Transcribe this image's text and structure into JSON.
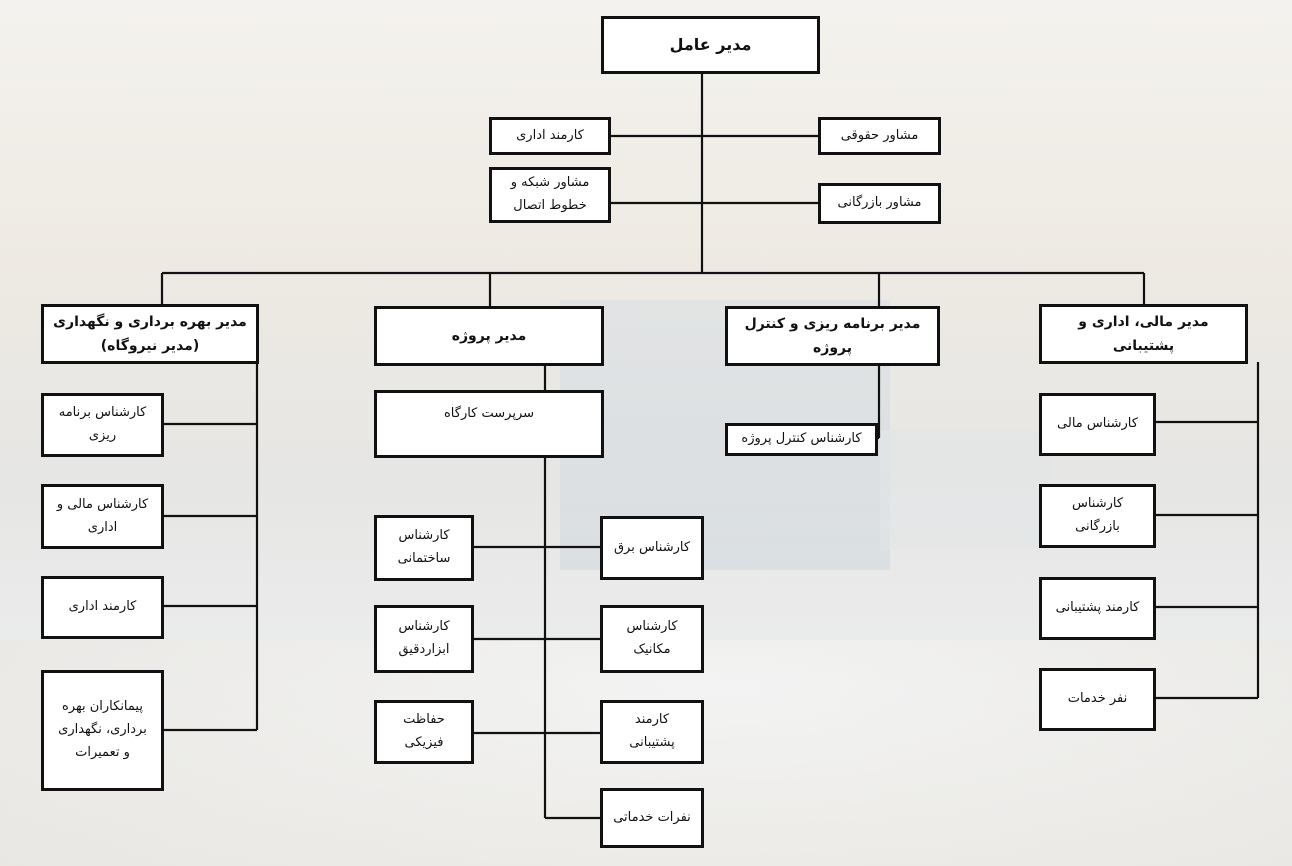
{
  "org_chart": {
    "ceo": "مدیر عامل",
    "staff": {
      "legal_advisor": "مشاور حقوقی",
      "commercial_advisor": "مشاور بازرگانی",
      "office_clerk": "کارمند اداری",
      "network_advisor": "مشاور شبکه و\nخطوط اتصال"
    },
    "operations": {
      "title": "مدیر بهره برداری و نگهداری\n(مدیر نیروگاه)",
      "items": [
        "کارشناس برنامه\nریزی",
        "کارشناس مالی و\nاداری",
        "کارمند اداری",
        "پیمانکاران بهره\nبرداری، نگهداری\nو تعمیرات"
      ]
    },
    "project": {
      "title": "مدیر پروژه",
      "site_supervisor": "سرپرست کارگاه",
      "items": [
        "کارشناس برق",
        "کارشناس\nساختمانی",
        "کارشناس\nمکانیک",
        "کارشناس\nابزاردقیق",
        "کارمند\nپشتیبانی",
        "حفاظت\nفیزیکی",
        "نفرات خدماتی"
      ]
    },
    "planning": {
      "title": "مدیر برنامه ریزی و کنترل پروژه",
      "items": [
        "کارشناس کنترل پروژه"
      ]
    },
    "finance": {
      "title": "مدیر مالی، اداری و پشتیبانی",
      "items": [
        "کارشناس مالی",
        "کارشناس بازرگانی",
        "کارمند پشتیبانی",
        "نفر خدمات"
      ]
    }
  }
}
